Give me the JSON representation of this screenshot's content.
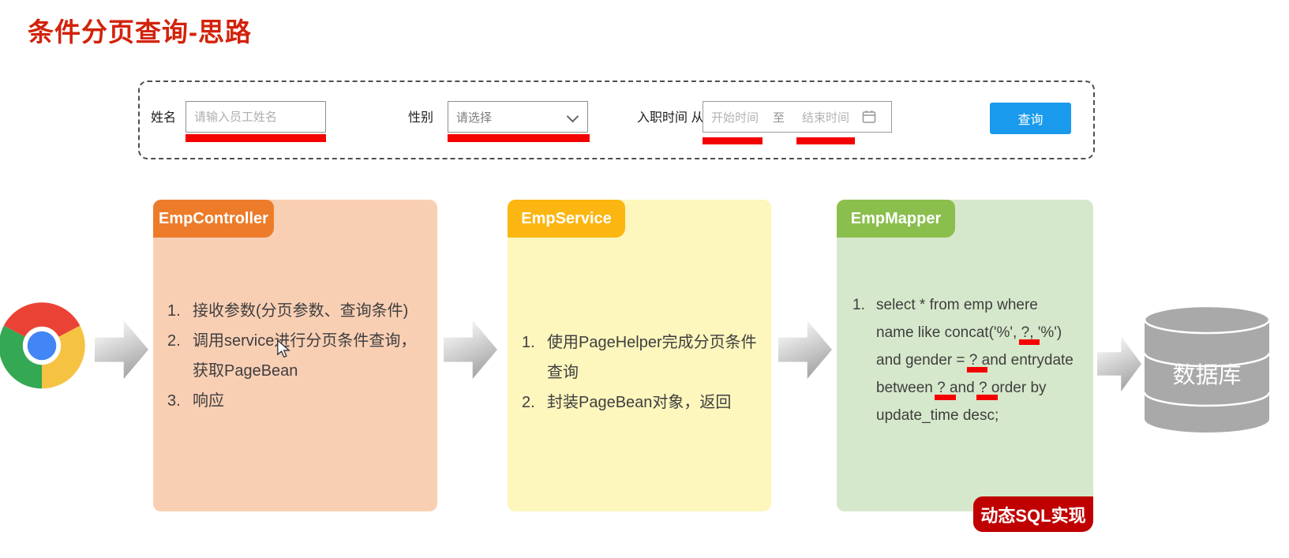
{
  "title": "条件分页查询-思路",
  "form": {
    "name_label": "姓名",
    "name_placeholder": "请输入员工姓名",
    "gender_label": "性别",
    "gender_placeholder": "请选择",
    "entry_label": "入职时间 从",
    "start_placeholder": "开始时间",
    "range_separator": "至",
    "end_placeholder": "结束时间",
    "search_button": "查询"
  },
  "flow": {
    "controller": {
      "tag": "EmpController",
      "items": [
        "接收参数(分页参数、查询条件)",
        "调用service进行分页条件查询，获取PageBean",
        "响应"
      ]
    },
    "service": {
      "tag": "EmpService",
      "items": [
        "使用PageHelper完成分页条件查询",
        "封装PageBean对象，返回"
      ]
    },
    "mapper": {
      "tag": "EmpMapper",
      "sql_number": "1.",
      "sql_lines": [
        [
          {
            "text": "select * from emp where"
          }
        ],
        [
          {
            "text": "name like concat('%', "
          },
          {
            "text": "?",
            "marked": true
          },
          {
            "text": ", '%')"
          }
        ],
        [
          {
            "text": "and gender = "
          },
          {
            "text": "?",
            "marked": true
          },
          {
            "text": " and entrydate"
          }
        ],
        [
          {
            "text": "between "
          },
          {
            "text": "?",
            "marked": true
          },
          {
            "text": " and "
          },
          {
            "text": "?",
            "marked": true
          },
          {
            "text": "  order by"
          }
        ],
        [
          {
            "text": "update_time desc;"
          }
        ]
      ],
      "badge": "动态SQL实现"
    },
    "database_label": "数据库"
  },
  "icons": {
    "browser": "chrome-logo",
    "calendar": "calendar-icon",
    "cursor": "mouse-cursor"
  },
  "colors": {
    "title_red": "#d2230b",
    "underline_red": "#f40000",
    "badge_red": "#c00000",
    "controller_tag": "#ed7c2a",
    "controller_bg": "#f9cfb4",
    "service_tag": "#fbb611",
    "service_bg": "#fdf6bd",
    "mapper_tag": "#8bbf4d",
    "mapper_bg": "#d6e8cb",
    "button_blue": "#1a9aec",
    "arrow_gray": "#9c9c9c",
    "database_gray": "#a9a9a9"
  }
}
